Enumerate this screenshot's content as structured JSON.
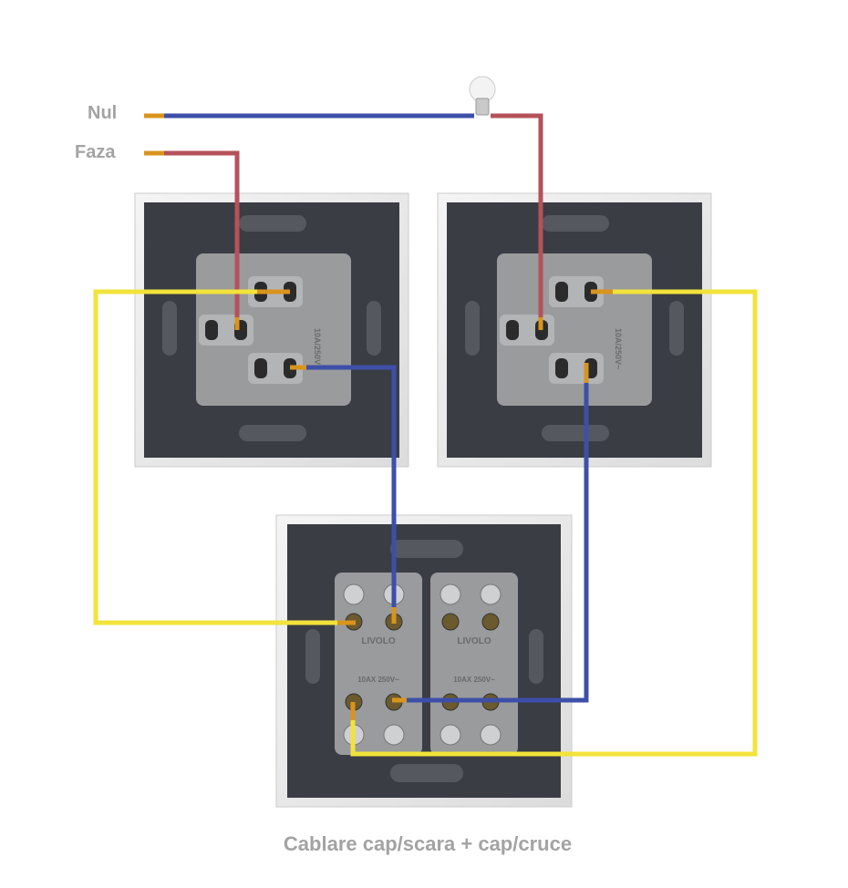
{
  "labels": {
    "neutral": "Nul",
    "phase": "Faza",
    "caption": "Cablare cap/scara + cap/cruce"
  },
  "switches": {
    "one_way_rating": "10A/250V~",
    "brand": "LIVOLO",
    "cross_rating": "10AX 250V~"
  },
  "colors": {
    "neutral_wire": "#3d4fa8",
    "phase_wire": "#b4525a",
    "traveler_wire": "#f2e33a",
    "panel_dark": "#3a3d44",
    "module_gray": "#9a9b9d"
  }
}
